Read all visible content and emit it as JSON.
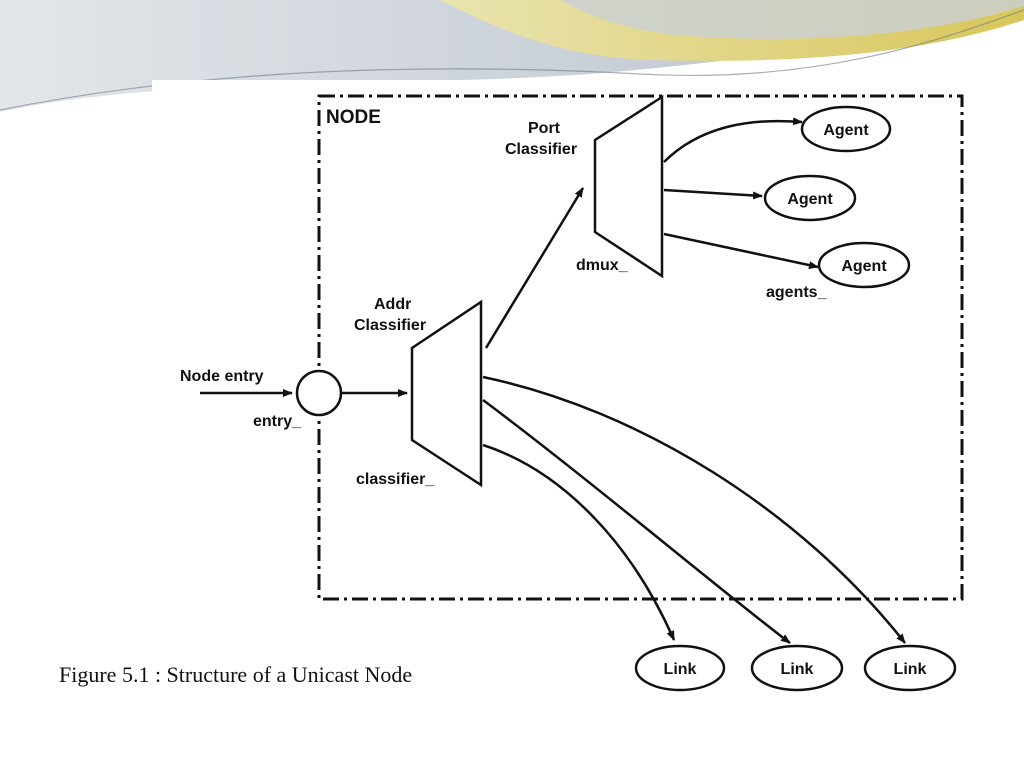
{
  "diagram": {
    "node_title": "NODE",
    "node_entry_label": "Node entry",
    "entry_label": "entry_",
    "addr_classifier": {
      "line1": "Addr",
      "line2": "Classifier",
      "name": "classifier_"
    },
    "port_classifier": {
      "line1": "Port",
      "line2": "Classifier",
      "name": "dmux_"
    },
    "agents_label": "agents_",
    "agents": [
      "Agent",
      "Agent",
      "Agent"
    ],
    "links": [
      "Link",
      "Link",
      "Link"
    ]
  },
  "caption": "Figure 5.1 : Structure of a Unicast Node"
}
